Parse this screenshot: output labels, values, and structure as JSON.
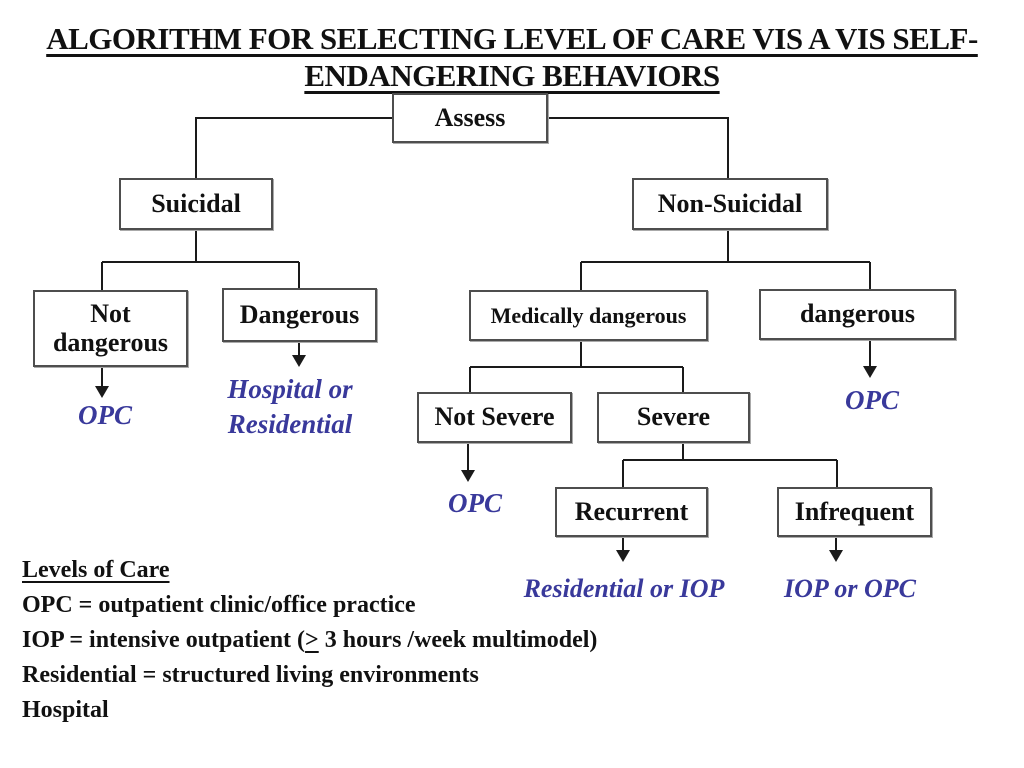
{
  "title": {
    "line1": "ALGORITHM FOR SELECTING LEVEL OF CARE VIS A VIS SELF-",
    "line2": "ENDANGERING BEHAVIORS"
  },
  "nodes": {
    "assess": {
      "label": "Assess"
    },
    "suicidal": {
      "label": "Suicidal"
    },
    "non_suicidal": {
      "label": "Non-Suicidal"
    },
    "not_dangerous": {
      "label": "Not dangerous"
    },
    "dangerous": {
      "label": "Dangerous"
    },
    "medically_dangerous": {
      "label": "Medically dangerous"
    },
    "non_medically_dangerous": {
      "label": "dangerous"
    },
    "not_severe": {
      "label": "Not Severe"
    },
    "severe": {
      "label": "Severe"
    },
    "recurrent": {
      "label": "Recurrent"
    },
    "infrequent": {
      "label": "Infrequent"
    }
  },
  "outcomes": {
    "not_dangerous": "OPC",
    "dangerous_line1": "Hospital or",
    "dangerous_line2": "Residential",
    "non_medically_dangerous": "OPC",
    "not_severe": "OPC",
    "recurrent": "Residential or IOP",
    "infrequent": "IOP or OPC"
  },
  "legend": {
    "heading": "Levels of Care",
    "opc": "OPC = outpatient clinic/office practice",
    "iop_pre": "IOP = intensive outpatient (",
    "iop_gte": ">",
    "iop_post": " 3 hours /week multimodel)",
    "residential": "Residential = structured living environments",
    "hospital": "Hospital"
  },
  "colors": {
    "outcome_blue": "#39399b",
    "line_color": "#1a1a1a",
    "box_border": "#4e4e4e",
    "text_color": "#111111",
    "background": "#ffffff"
  }
}
